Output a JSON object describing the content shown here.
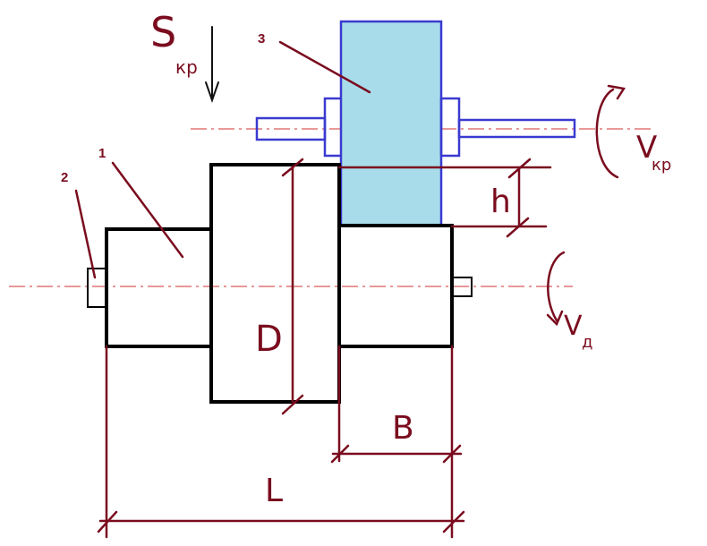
{
  "colors": {
    "outline": "#000000",
    "annotation": "#7a0c1e",
    "tool_fill": "#a8dcea",
    "tool_stroke": "#3a3ad0",
    "centerline": "#d23030"
  },
  "labels": {
    "part1": "1",
    "part2": "2",
    "part3": "3",
    "feed": "S",
    "feed_sub": "кр",
    "tool_speed": "V",
    "tool_speed_sub": "кр",
    "part_speed": "V",
    "part_speed_sub": "д",
    "dim_h": "h",
    "dim_D": "D",
    "dim_B": "B",
    "dim_L": "L"
  }
}
